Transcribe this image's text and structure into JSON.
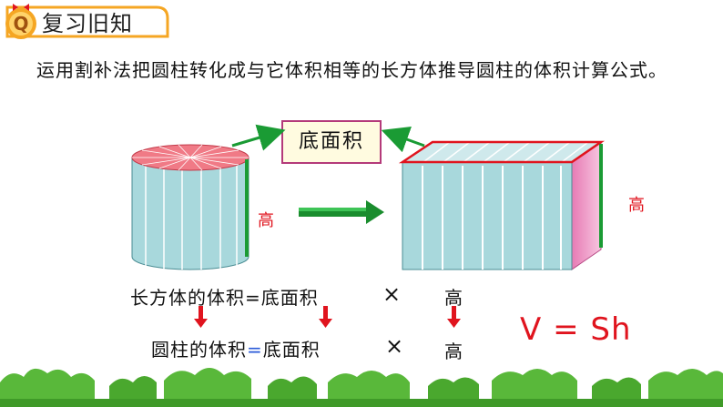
{
  "header": {
    "badge_letter": "Q",
    "title": "复习旧知"
  },
  "intro_text": "运用割补法把圆柱转化成与它体积相等的长方体推导圆柱的体积计算公式。",
  "base_area_label": "底面积",
  "height_label_left": "高",
  "height_label_right": "高",
  "formula_cuboid": {
    "left": "长方体的体积=底面积",
    "times": "×",
    "right": "高"
  },
  "formula_cylinder": {
    "part1": "圆柱的体积",
    "eq": "=",
    "part2": "底面积",
    "times": "×",
    "right": "高"
  },
  "big_formula": "V = Sh",
  "colors": {
    "accent_red": "#e0141e",
    "arrow_green": "#1a9b34",
    "cylinder_side": "#a8d8dc",
    "top_pink": "#f07a86",
    "header_orange": "#f5a623",
    "grass_green": "#59b83a"
  }
}
